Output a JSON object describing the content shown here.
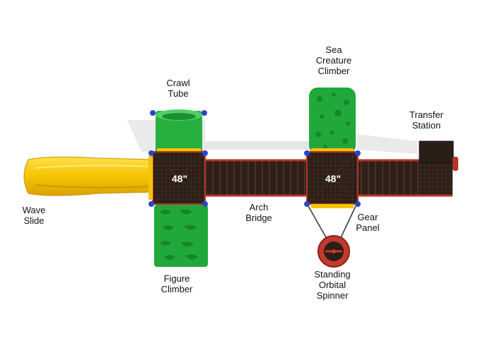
{
  "labels": {
    "crawl_tube": "Crawl\nTube",
    "sea_creature_climber": "Sea\nCreature\nClimber",
    "transfer_station": "Transfer\nStation",
    "wave_slide": "Wave\nSlide",
    "arch_bridge": "Arch\nBridge",
    "gear_panel": "Gear\nPanel",
    "figure_climber": "Figure\nClimber",
    "standing_orbital_spinner": "Standing\nOrbital\nSpinner"
  },
  "decks": {
    "left_height": "48\"",
    "right_height": "48\""
  },
  "colors": {
    "yellow": "#f5c400",
    "green": "#1faa3a",
    "deck": "#2b1e17",
    "red_trim": "#b8332a",
    "blue_clamp": "#2a46c8"
  }
}
